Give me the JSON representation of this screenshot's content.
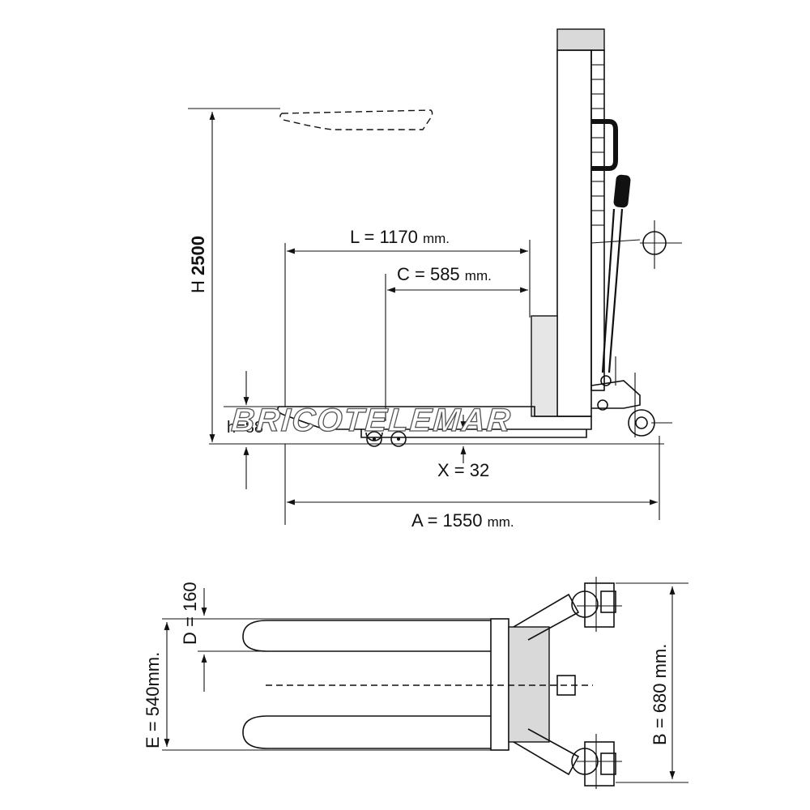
{
  "dimensions": {
    "h_label": "H",
    "h_value": "2500",
    "l_label": "L = 1170",
    "l_unit": "mm.",
    "c_label": "C = 585",
    "c_unit": "mm.",
    "small_h": "h=88",
    "x_label": "X = 32",
    "a_label": "A = 1550",
    "a_unit": "mm.",
    "d_label": "D = 160",
    "e_label": "E = 540mm.",
    "b_label": "B = 680 mm."
  },
  "watermark": "BRICOTELEMAR"
}
